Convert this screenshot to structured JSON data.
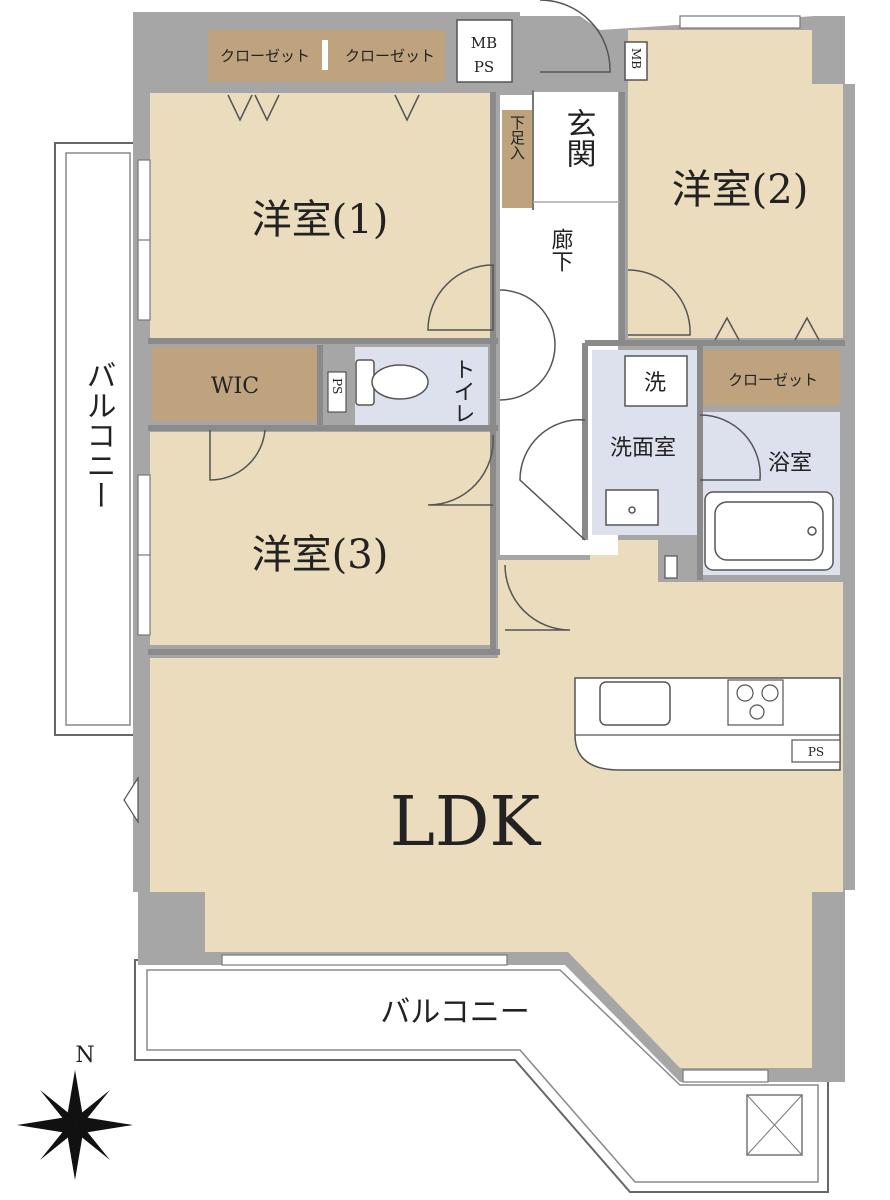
{
  "colors": {
    "wall": "#a6a6a6",
    "room": "#eadcbc",
    "closet": "#bfa37f",
    "wet": "#dde1ee",
    "line": "#555555"
  },
  "rooms": {
    "western1": "洋室(1)",
    "western2": "洋室(2)",
    "western3": "洋室(3)",
    "ldk": "LDK",
    "wic": "WIC",
    "toilet": "トイレ",
    "washroom": "洗面室",
    "bath": "浴室",
    "washer": "洗",
    "entrance": "玄関",
    "hallway": "廊下",
    "shoe_box": "下足入"
  },
  "closets": {
    "top_left": "クローゼット",
    "top_right": "クローゼット",
    "room2": "クローゼット"
  },
  "utility": {
    "mbps": "MB PS",
    "mb_small": "MB",
    "ps_toilet": "PS",
    "ps_kitchen": "PS"
  },
  "balconies": {
    "west": "バルコニー",
    "south": "バルコニー"
  },
  "compass": {
    "north": "N"
  }
}
